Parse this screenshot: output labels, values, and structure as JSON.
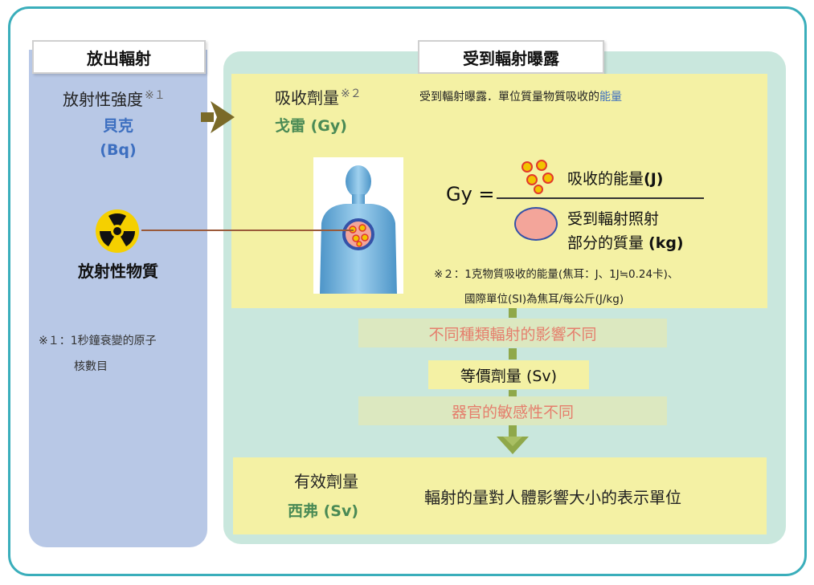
{
  "left": {
    "title": "放出輻射",
    "intensity_label": "放射性強度",
    "intensity_note": "※１",
    "unit_name": "貝克",
    "unit_symbol": "(Bq)",
    "material_label": "放射性物質",
    "footnote_line1": "※１：1秒鐘衰變的原子",
    "footnote_line2": "核數目"
  },
  "right": {
    "title": "受到輻射曝露",
    "absorbed_label": "吸收劑量",
    "absorbed_note": "※２",
    "absorbed_unit": "戈雷 (Gy)",
    "absorbed_desc_prefix": "受到輻射曝露．單位質量物質吸收的",
    "absorbed_desc_highlight": "能量",
    "formula": {
      "lhs": "Gy =",
      "numerator_text": "吸收的能量",
      "numerator_unit": "(J)",
      "denominator_line1": "受到輻射照射",
      "denominator_line2_text": "部分的質量",
      "denominator_unit": "(kg)"
    },
    "note2_line1": "※２：1克物質吸收的能量(焦耳：J、1J≒0.24卡)、",
    "note2_line2": "國際單位(SI)為焦耳/每公斤(J/kg)",
    "band1": "不同種類輻射的影響不同",
    "equivalent_dose": "等價劑量 (Sv)",
    "band2": "器官的敏感性不同",
    "effective_label": "有效劑量",
    "effective_unit": "西弗 (Sv)",
    "effective_desc": "輻射的量對人體影響大小的表示單位"
  },
  "colors": {
    "frame": "#3aaebb",
    "left_panel": "#b8c8e6",
    "right_panel": "#c9e7dd",
    "yellow": "#f4f1a4",
    "band": "#dce8c0",
    "blue_text": "#3d6fc0",
    "green_text": "#4a8a55",
    "salmon_text": "#e57e6c",
    "arrow": "#7a6a28"
  },
  "icons": [
    "radiation-trefoil-icon",
    "body-silhouette-icon",
    "energy-burst-icon",
    "arrow-right-icon",
    "arrow-down-icon"
  ]
}
